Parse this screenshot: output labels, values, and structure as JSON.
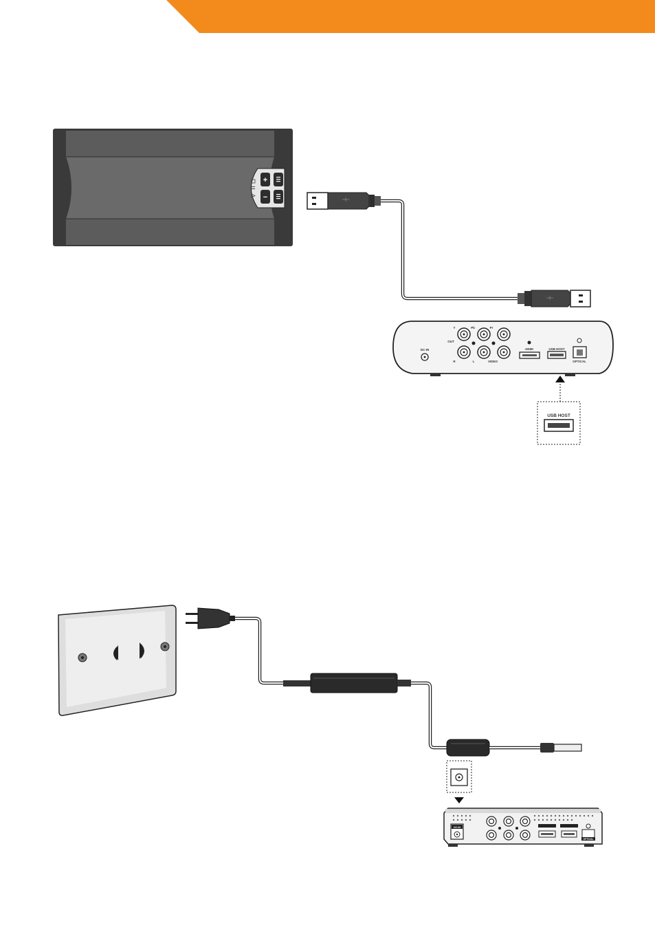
{
  "header": {
    "accent_color": "#f28a1c"
  },
  "diagram_usb": {
    "drive_buttons": {
      "plus": "+",
      "minus": "−"
    },
    "player_rear_labels": {
      "dc_in": "DC-IN",
      "out": "OUT",
      "y": "Y",
      "pb": "Pb",
      "pr": "Pr",
      "r": "R",
      "l": "L",
      "video": "VIDEO",
      "hdmi": "HDMI",
      "usb_host": "USB HOST",
      "optical": "OPTICAL"
    },
    "callout_label": "USB HOST"
  },
  "diagram_power": {
    "device_labels": {
      "dc_in": "DC-IN",
      "optical": "OPTICAL"
    }
  }
}
